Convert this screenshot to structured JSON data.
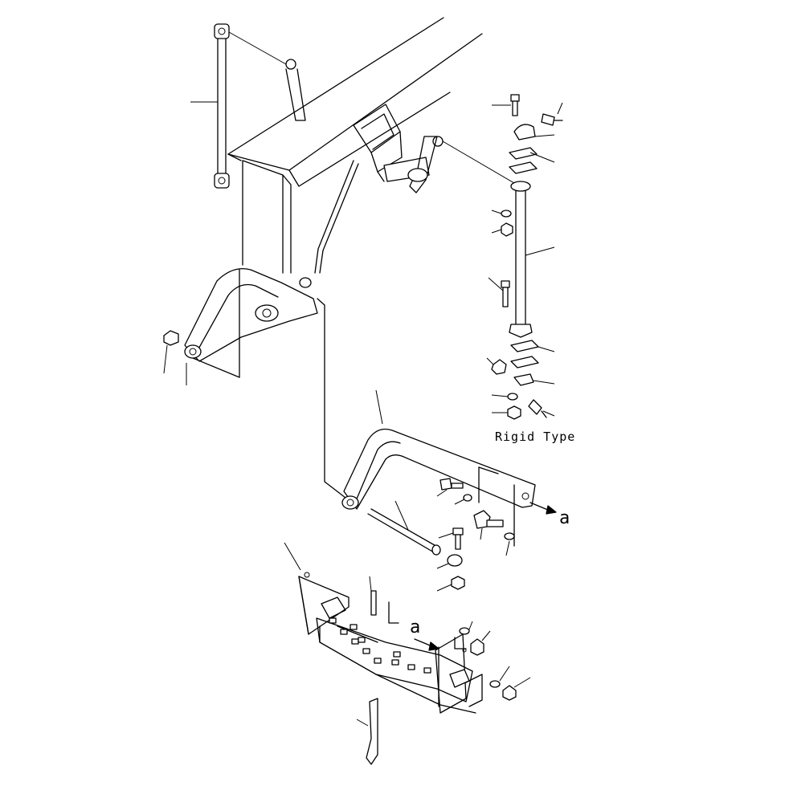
{
  "diagram": {
    "label_rigid_type": "Rigid Type",
    "callout_letter_upper": "a",
    "callout_letter_lower": "a",
    "line_color": "#000000",
    "background_color": "#ffffff"
  }
}
